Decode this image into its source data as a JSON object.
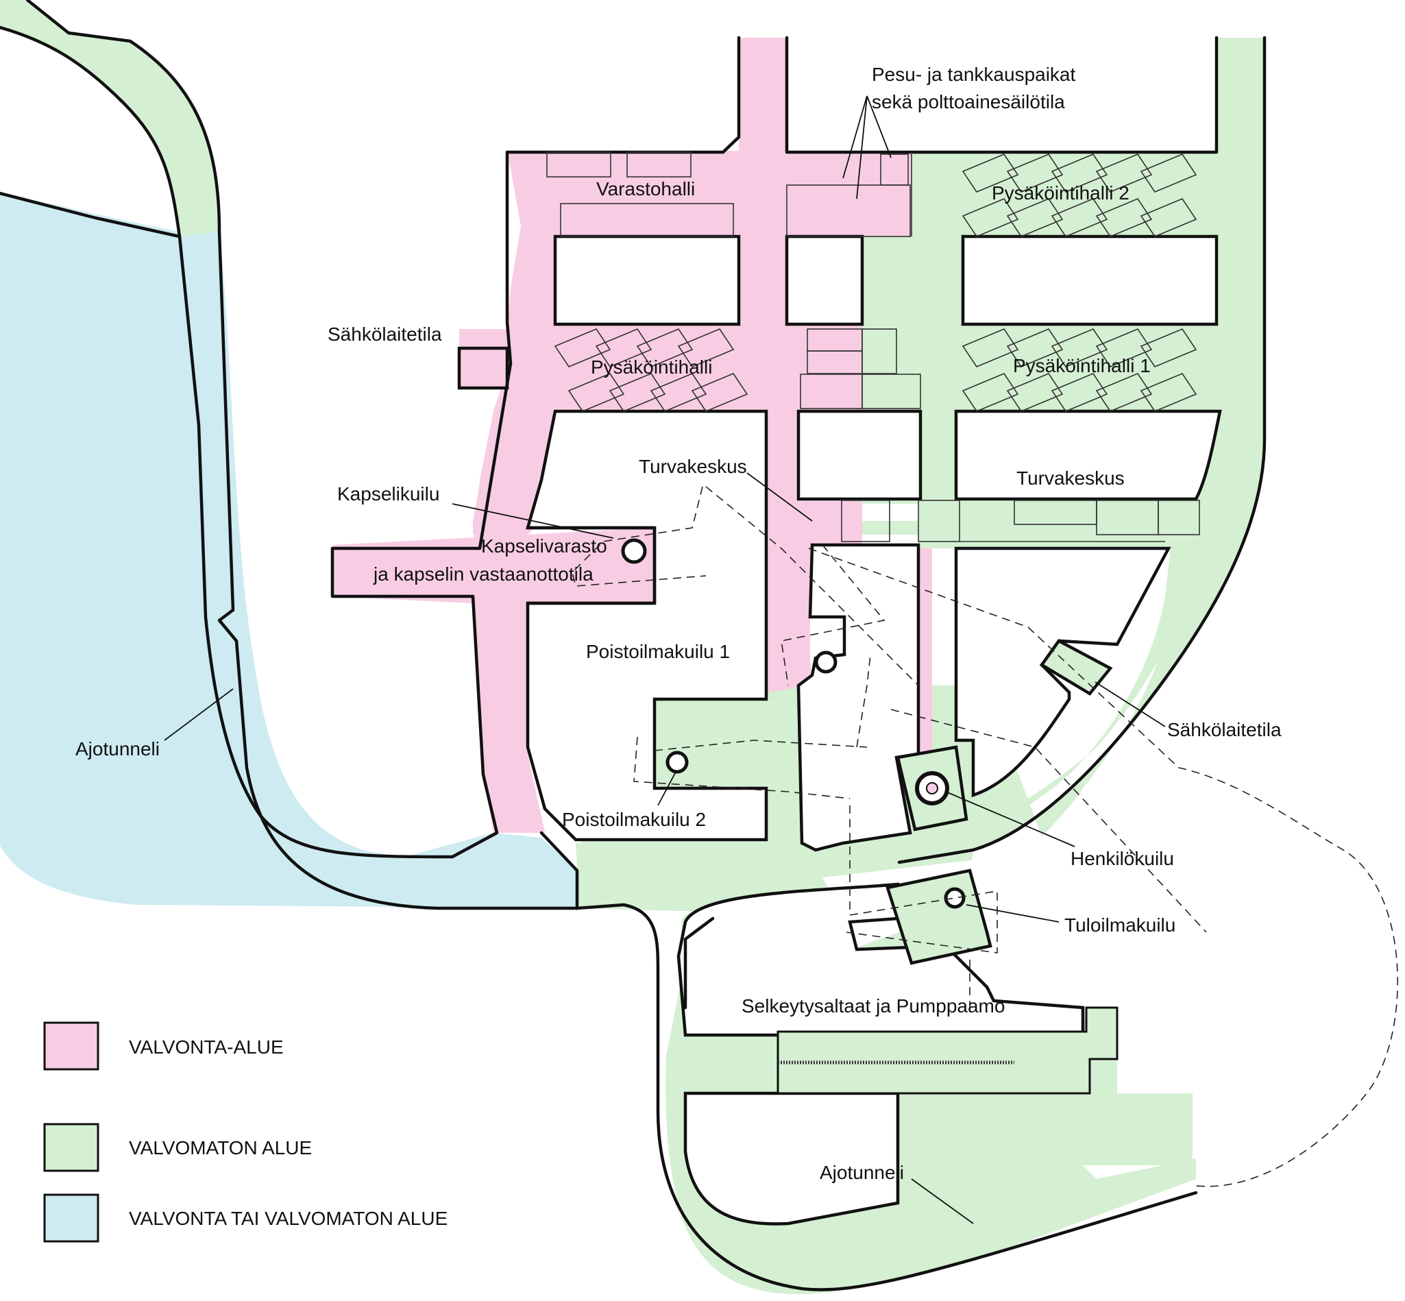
{
  "colors": {
    "controlled": "#f8cde3",
    "uncontrolled": "#d5efd2",
    "either": "#cdebf1",
    "line": "#111111"
  },
  "labels": {
    "pesu_line1": "Pesu- ja tankkauspaikat",
    "pesu_line2": "sekä polttoainesäilötila",
    "varastohalli": "Varastohalli",
    "pysakointihalli2": "Pysäköintihalli 2",
    "sahkolaitetila_top": "Sähkölaitetila",
    "pysakointihalli": "Pysäköintihalli",
    "pysakointihalli1": "Pysäköintihalli 1",
    "turvakeskus_left": "Turvakeskus",
    "turvakeskus_right": "Turvakeskus",
    "kapselikuilu": "Kapselikuilu",
    "kapselivarasto_line1": "Kapselivarasto",
    "kapselivarasto_line2": "ja kapselin vastaanottotila",
    "poistoilmakuilu1": "Poistoilmakuilu 1",
    "poistoilmakuilu2": "Poistoilmakuilu 2",
    "sahkolaitetila_right": "Sähkölaitetila",
    "ajotunneli_left": "Ajotunneli",
    "henkilokuilu": "Henkilökuilu",
    "tuloilmakuilu": "Tuloilmakuilu",
    "selkeytysaltaat": "Selkeytysaltaat ja Pumppaamo",
    "ajotunneli_bottom": "Ajotunneli"
  },
  "legend": [
    {
      "label": "VALVONTA-ALUE",
      "color": "#f8cde3"
    },
    {
      "label": "VALVOMATON ALUE",
      "color": "#d5efd2"
    },
    {
      "label": "VALVONTA TAI VALVOMATON ALUE",
      "color": "#cdebf1"
    }
  ]
}
